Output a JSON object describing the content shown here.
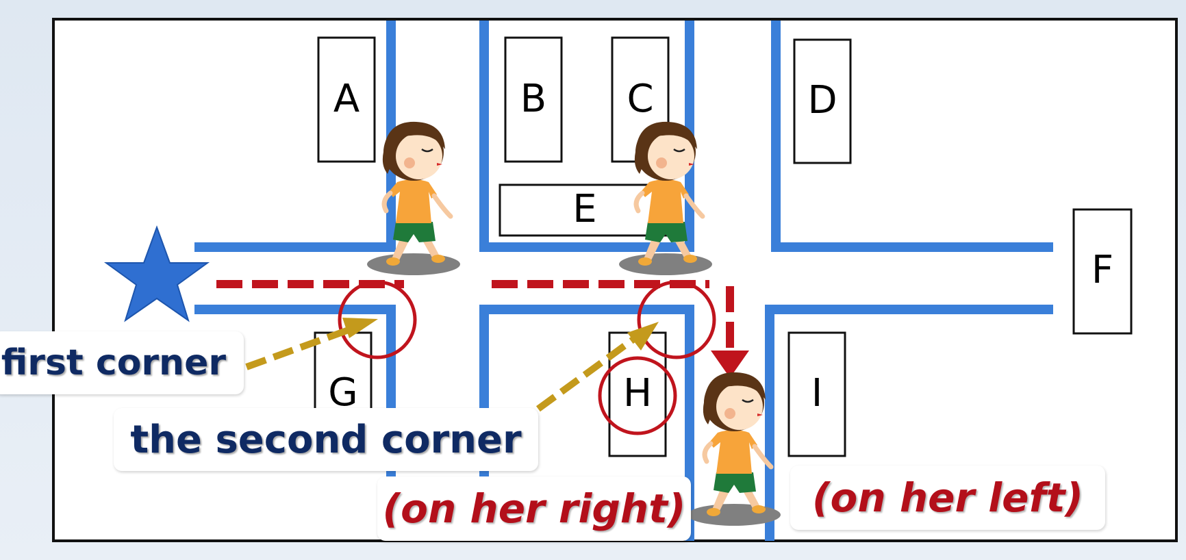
{
  "map": {
    "buildings": [
      {
        "letter": "A"
      },
      {
        "letter": "B"
      },
      {
        "letter": "C"
      },
      {
        "letter": "D"
      },
      {
        "letter": "E"
      },
      {
        "letter": "F"
      },
      {
        "letter": "G"
      },
      {
        "letter": "H"
      },
      {
        "letter": "I"
      }
    ]
  },
  "labels": {
    "first_corner": "first corner",
    "second_corner": "the second corner",
    "on_her_right": "(on her right)",
    "on_her_left": "(on her left)"
  },
  "colors": {
    "road": "#3a7fd9",
    "route": "#c0141d",
    "pointer": "#c49a1c",
    "star": "#2f6fd1",
    "label_blue": "#0f2a63",
    "label_red": "#b30f1a"
  },
  "icons": [
    "start-star-icon",
    "walking-girl-icon"
  ]
}
